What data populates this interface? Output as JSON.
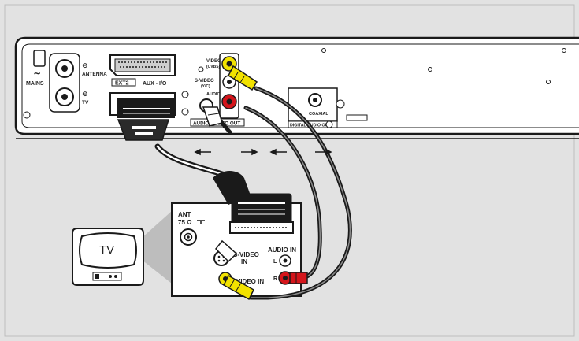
{
  "colors": {
    "background": "#e2e2e2",
    "panel": "#ffffff",
    "outline": "#1a1a1a",
    "yellow_plug": "#f2e200",
    "red_plug": "#d4151b",
    "white_plug": "#ffffff",
    "cable": "#1a1a1a"
  },
  "recorder": {
    "mains_label": "MAINS",
    "antenna_label": "ANTENNA",
    "tv_label": "TV",
    "ext2_label": "EXT2",
    "aux_label": "AUX - I/O",
    "video_label": "VIDEO",
    "video_sub_label": "(CVBS)",
    "svideo_label": "S-VIDEO",
    "svideo_sub_label": "(Y/C)",
    "audio_label": "AUDIO",
    "audio_video_out_label": "AUDIO / VIDEO OUT",
    "coaxial_label": "COAXIAL",
    "digital_audio_out_label": "DIGITAL AUDIO OUT"
  },
  "tv_panel": {
    "ant_label": "ANT",
    "ant_impedance_label": "75 Ω",
    "svideo_in_label": "S-VIDEO",
    "svideo_in_sub_label": "IN",
    "audio_in_label": "AUDIO IN",
    "audio_l_label": "L",
    "audio_r_label": "R",
    "video_in_label": "VIDEO IN"
  },
  "tv_set": {
    "screen_label": "TV"
  },
  "icons": {
    "mains": "mains-tilde-icon",
    "antenna": "antenna-arrow-icon",
    "arrows": "signal-direction-arrow-icon"
  }
}
